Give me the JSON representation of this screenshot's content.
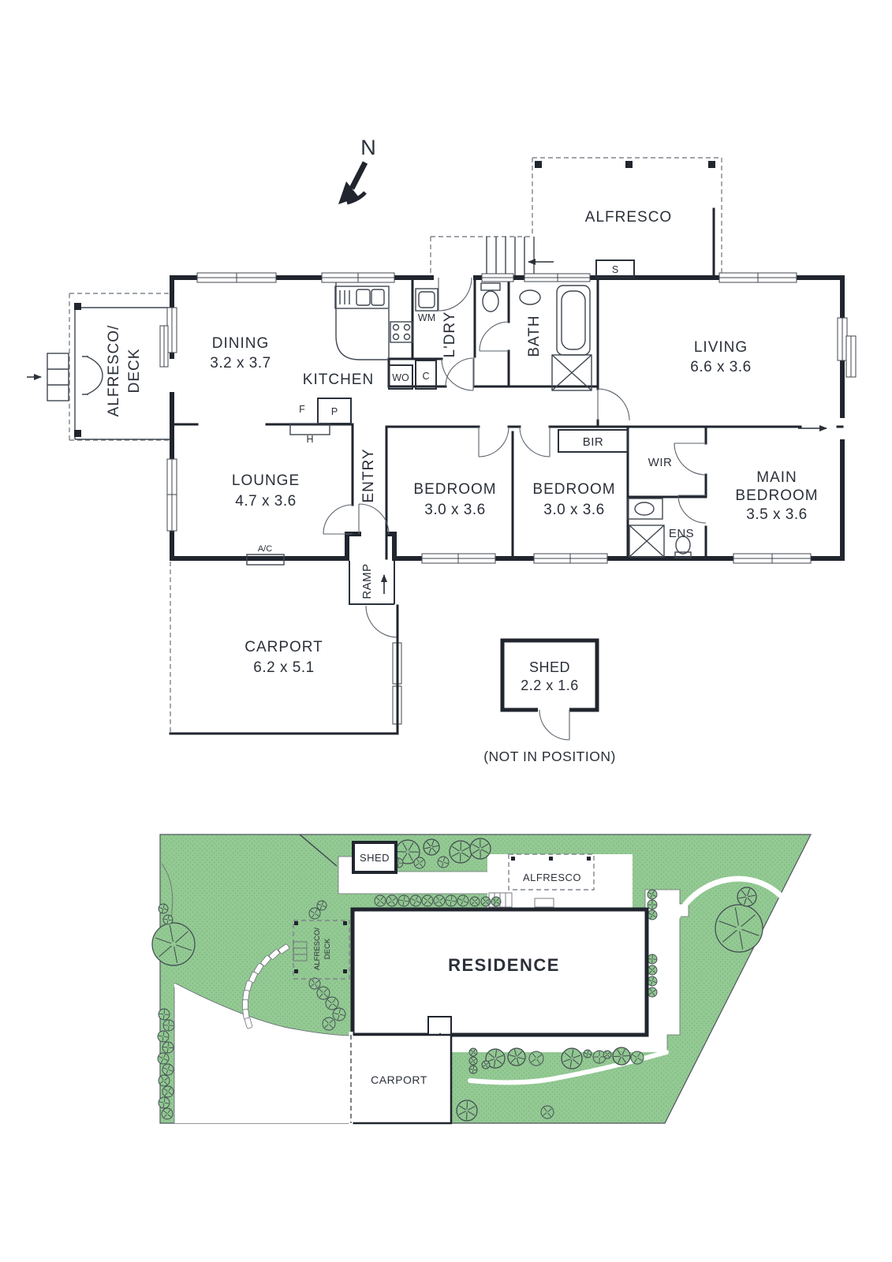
{
  "north": {
    "label": "N"
  },
  "floor_plan": {
    "alfresco": "ALFRESCO",
    "alfresco_deck": {
      "line1": "ALFRESCO/",
      "line2": "DECK"
    },
    "dining": {
      "name": "DINING",
      "dims": "3.2 x 3.7"
    },
    "kitchen": {
      "name": "KITCHEN"
    },
    "laundry": {
      "name": "L'DRY"
    },
    "bath": {
      "name": "BATH"
    },
    "living": {
      "name": "LIVING",
      "dims": "6.6 x 3.6"
    },
    "lounge": {
      "name": "LOUNGE",
      "dims": "4.7 x 3.6"
    },
    "entry": {
      "name": "ENTRY"
    },
    "bedroom1": {
      "name": "BEDROOM",
      "dims": "3.0 x 3.6"
    },
    "bedroom2": {
      "name": "BEDROOM",
      "dims": "3.0 x 3.6"
    },
    "main_bedroom": {
      "line1": "MAIN",
      "line2": "BEDROOM",
      "dims": "3.5 x 3.6"
    },
    "bir": "BIR",
    "wir": "WIR",
    "ens": "ENS",
    "ramp": "RAMP",
    "carport": {
      "name": "CARPORT",
      "dims": "6.2 x 5.1"
    },
    "shed": {
      "name": "SHED",
      "dims": "2.2 x 1.6",
      "note": "(NOT IN POSITION)"
    },
    "fixtures": {
      "wm": "WM",
      "wo": "WO",
      "c": "C",
      "f": "F",
      "p": "P",
      "h": "H",
      "s": "S",
      "ac": "A/C"
    }
  },
  "site_plan": {
    "labels": {
      "shed": "SHED",
      "alfresco": "ALFRESCO",
      "deck_line1": "ALFRESCO/",
      "deck_line2": "DECK",
      "residence": "RESIDENCE",
      "carport": "CARPORT"
    },
    "colors": {
      "lawn": "#93c993",
      "lawn_dot": "#79b279",
      "wall": "#20252e"
    },
    "trees": [
      [
        220,
        1197,
        27
      ],
      [
        937,
        1177,
        30
      ],
      [
        947,
        1137,
        12
      ],
      [
        517,
        1080,
        15
      ],
      [
        547,
        1074,
        10
      ],
      [
        584,
        1080,
        14
      ],
      [
        609,
        1076,
        13
      ],
      [
        592,
        1408,
        13
      ],
      [
        725,
        1342,
        13
      ],
      [
        788,
        1339,
        11
      ],
      [
        655,
        1340,
        11
      ],
      [
        628,
        1342,
        12
      ],
      [
        680,
        1342,
        9
      ],
      [
        760,
        1340,
        8
      ],
      [
        808,
        1341,
        8
      ]
    ],
    "bushes": [
      [
        505,
        1094,
        6
      ],
      [
        532,
        1094,
        7
      ],
      [
        562,
        1093,
        7
      ],
      [
        482,
        1142,
        7
      ],
      [
        497,
        1142,
        7
      ],
      [
        512,
        1142,
        7
      ],
      [
        527,
        1142,
        7
      ],
      [
        542,
        1142,
        7
      ],
      [
        557,
        1142,
        7
      ],
      [
        572,
        1142,
        7
      ],
      [
        587,
        1142,
        7
      ],
      [
        602,
        1143,
        6
      ],
      [
        616,
        1143,
        6
      ],
      [
        629,
        1143,
        6
      ],
      [
        827,
        1134,
        6
      ],
      [
        827,
        1147,
        6
      ],
      [
        827,
        1160,
        6
      ],
      [
        827,
        1216,
        6
      ],
      [
        827,
        1230,
        6
      ],
      [
        827,
        1244,
        6
      ],
      [
        827,
        1258,
        6
      ],
      [
        399,
        1158,
        7
      ],
      [
        408,
        1148,
        6
      ],
      [
        399,
        1247,
        7
      ],
      [
        410,
        1259,
        8
      ],
      [
        421,
        1272,
        8
      ],
      [
        430,
        1286,
        8
      ],
      [
        417,
        1298,
        8
      ],
      [
        207,
        1152,
        6
      ],
      [
        213,
        1166,
        6
      ],
      [
        208,
        1286,
        7
      ],
      [
        214,
        1300,
        7
      ],
      [
        207,
        1314,
        7
      ],
      [
        213,
        1328,
        7
      ],
      [
        207,
        1342,
        7
      ],
      [
        213,
        1356,
        7
      ],
      [
        208,
        1370,
        7
      ],
      [
        213,
        1384,
        7
      ],
      [
        208,
        1398,
        7
      ],
      [
        212,
        1412,
        7
      ],
      [
        694,
        1410,
        8
      ],
      [
        600,
        1334,
        5
      ],
      [
        600,
        1345,
        5
      ],
      [
        600,
        1356,
        5
      ],
      [
        616,
        1350,
        5
      ],
      [
        745,
        1336,
        5
      ],
      [
        770,
        1337,
        5
      ]
    ],
    "stepping_stones": [
      [
        360,
        1203,
        -35
      ],
      [
        348,
        1210,
        -42
      ],
      [
        337,
        1218,
        -50
      ],
      [
        328,
        1228,
        -58
      ],
      [
        321,
        1239,
        -66
      ],
      [
        315,
        1250,
        -74
      ],
      [
        312,
        1262,
        -82
      ],
      [
        311,
        1274,
        -90
      ],
      [
        312,
        1286,
        -98
      ],
      [
        315,
        1297,
        -106
      ]
    ]
  }
}
